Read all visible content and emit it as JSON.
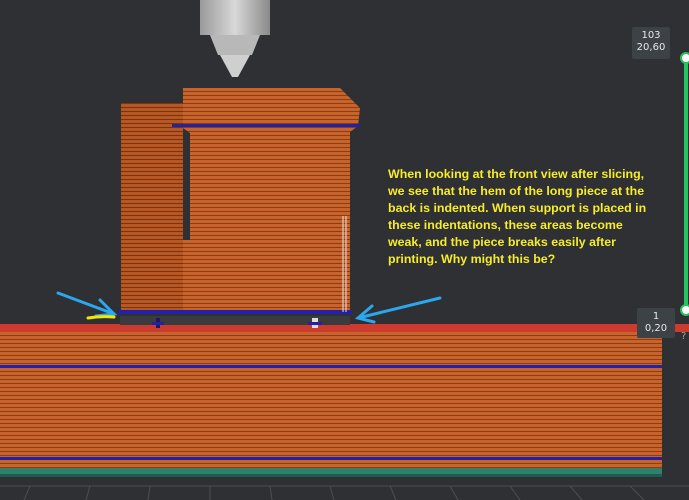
{
  "annotation": {
    "text": "When looking at the front view after slicing, we see that the hem of the long piece at the back is indented. When support is placed in these indentations, these areas become weak, and the piece breaks easily after printing. Why might this be?",
    "color": "#f6ec2a"
  },
  "layer_slider": {
    "top_layer": "103",
    "top_height": "20,60",
    "bottom_layer": "1",
    "bottom_height": "0,20",
    "track_color": "#22c55e"
  },
  "help_glyph": "?",
  "colors": {
    "background": "#2f3033",
    "perimeter": "#c8642a",
    "perimeter_line": "#8a3d18",
    "skirt": "#cc3b2d",
    "blue_layer": "#2222a8",
    "arrow": "#2aa7ee",
    "yellow_mark": "#f5e600",
    "support": "#e6e6e6"
  },
  "icons": [
    "nozzle-icon",
    "arrow-icon",
    "help-icon"
  ]
}
